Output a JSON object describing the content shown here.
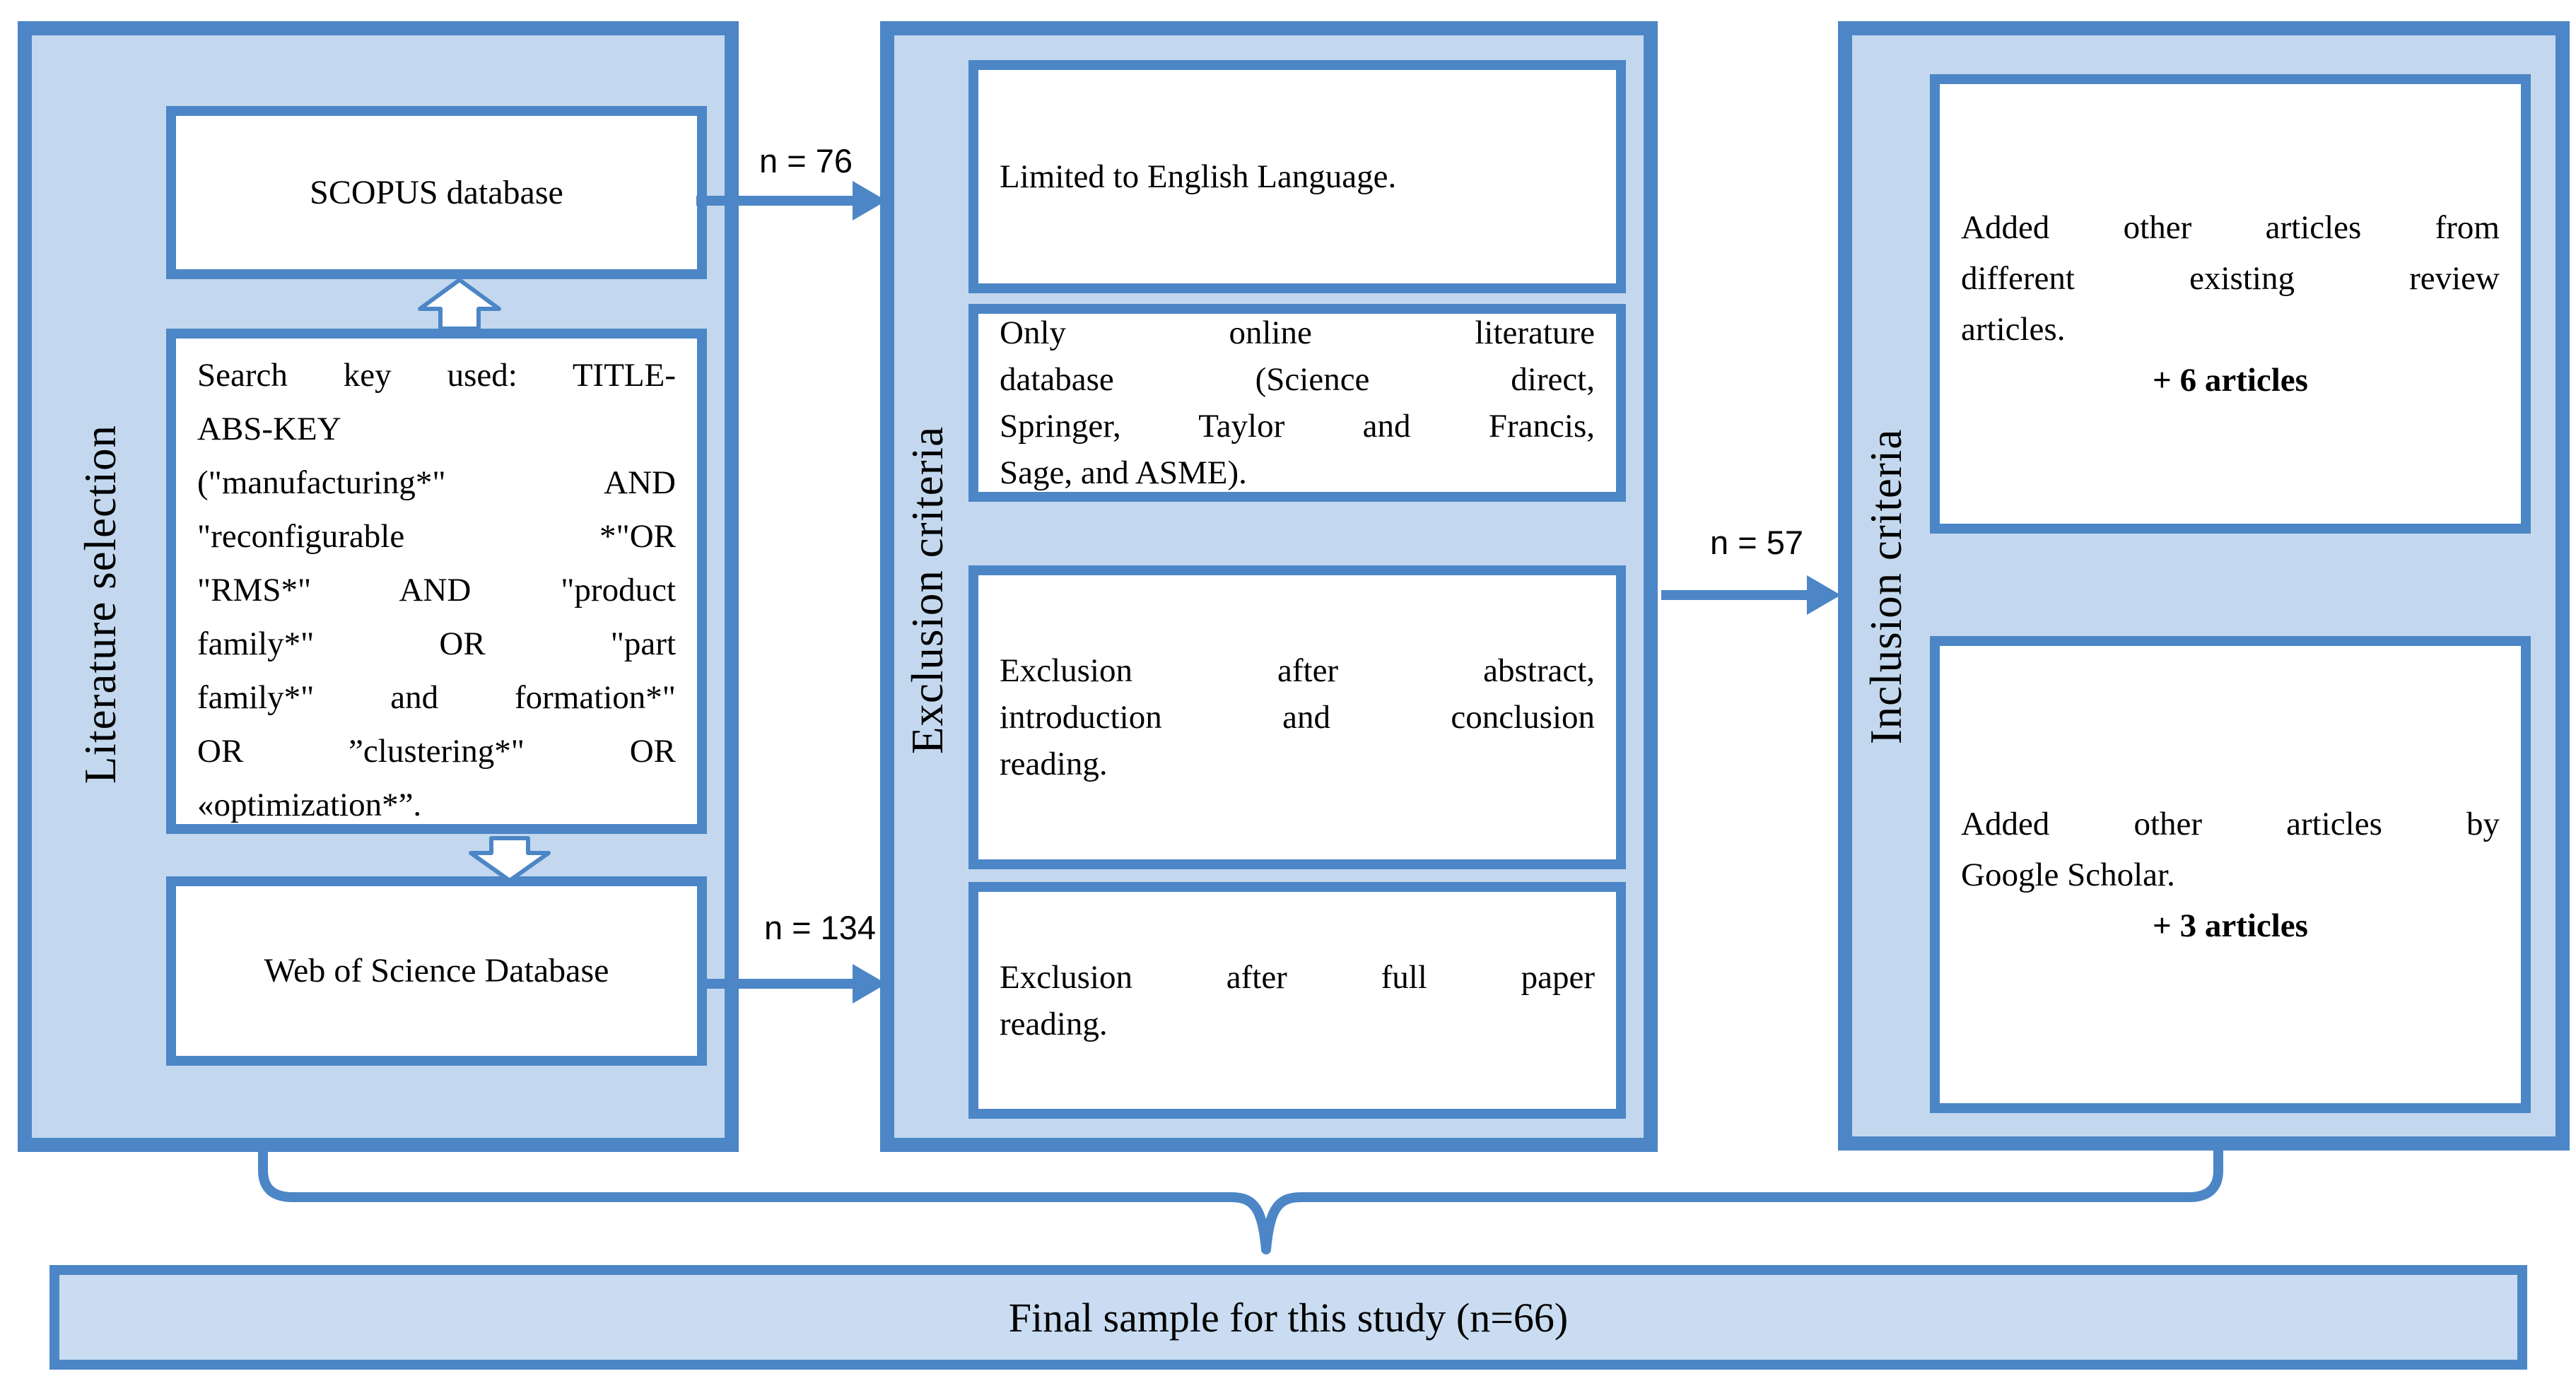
{
  "colors": {
    "panel_fill": "#c3d8ee",
    "border_blue": "#4c86c6",
    "box_fill": "#ffffff",
    "text": "#000000"
  },
  "panels": {
    "literature_selection": {
      "label": "Literature selection",
      "scopus_box": "SCOPUS database",
      "search_key_box": {
        "lines": [
          "Search key used: TITLE-",
          "ABS-KEY",
          "(\"manufacturing*\" AND",
          "\"reconfigurable *\"OR",
          "\"RMS*\" AND \"product",
          "family*\" OR \"part",
          "family*\" and formation*\"",
          "OR ”clustering*\" OR",
          "«optimization*”."
        ]
      },
      "wos_box": "Web of Science Database"
    },
    "exclusion_criteria": {
      "label": "Exclusion criteria",
      "box1": {
        "lines": [
          "Limited to English Language."
        ]
      },
      "box2": {
        "lines": [
          "Only online literature",
          "database (Science direct,",
          "Springer, Taylor and Francis,",
          "Sage, and ASME)."
        ]
      },
      "box3": {
        "lines": [
          "Exclusion after abstract,",
          "introduction and conclusion",
          "reading."
        ]
      },
      "box4": {
        "lines": [
          "Exclusion after full paper",
          "reading."
        ]
      }
    },
    "inclusion_criteria": {
      "label": "Inclusion criteria",
      "box1": {
        "lines": [
          "Added other articles from",
          "different existing review",
          "articles."
        ],
        "badge": "+ 6 articles"
      },
      "box2": {
        "lines": [
          "Added other articles by",
          "Google Scholar."
        ],
        "badge": "+ 3 articles"
      }
    }
  },
  "arrows": {
    "scopus_to_exclusion": "n = 76",
    "wos_to_exclusion": "n = 134",
    "exclusion_to_inclusion": "n = 57"
  },
  "final_box": {
    "text": "Final sample for this study (n=66)"
  }
}
